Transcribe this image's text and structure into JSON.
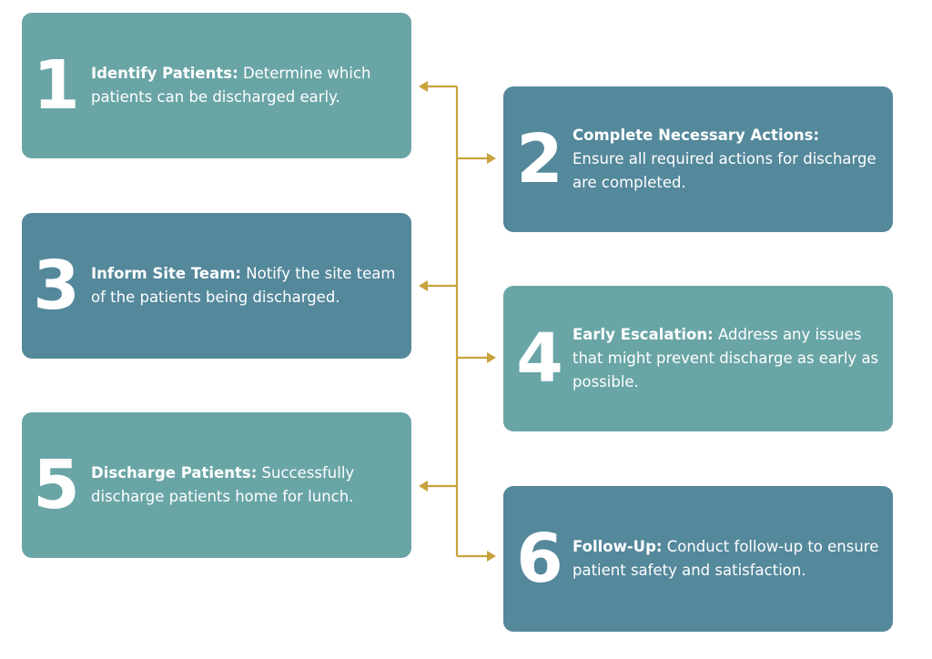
{
  "colors": {
    "light_box": "#6aa5a6",
    "dark_box": "#54889b",
    "connector": "#c8a23c",
    "text": "#ffffff"
  },
  "steps": [
    {
      "number": "1",
      "title": "Identify Patients:",
      "description": "Determine which patients can be discharged early."
    },
    {
      "number": "2",
      "title": "Complete Necessary Actions:",
      "description": "Ensure all required actions for discharge are completed."
    },
    {
      "number": "3",
      "title": "Inform Site Team:",
      "description": "Notify the site team of the patients being discharged."
    },
    {
      "number": "4",
      "title": "Early Escalation:",
      "description": "Address any issues that might prevent discharge as early as possible."
    },
    {
      "number": "5",
      "title": "Discharge Patients:",
      "description": "Successfully discharge patients home for lunch."
    },
    {
      "number": "6",
      "title": "Follow-Up:",
      "description": "Conduct follow-up to ensure patient safety and satisfaction."
    }
  ]
}
